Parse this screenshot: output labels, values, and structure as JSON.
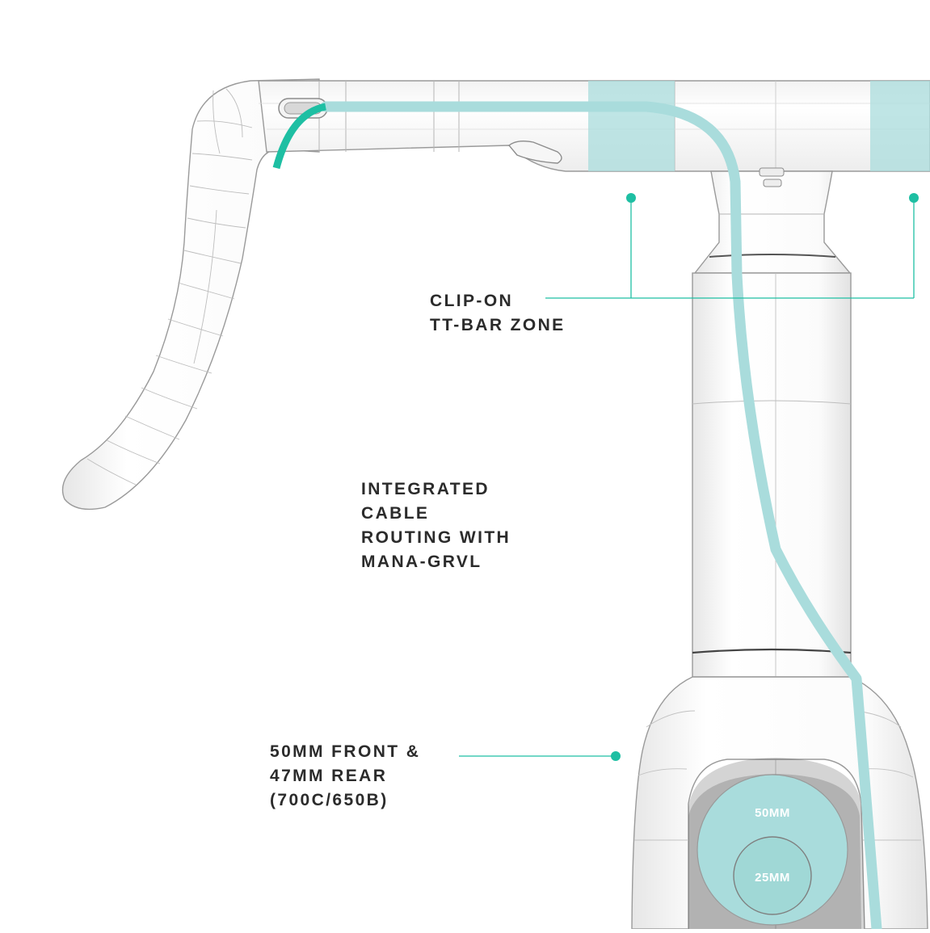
{
  "callouts": {
    "ttbar_zone": {
      "lines": [
        "CLIP-ON",
        "TT-BAR ZONE"
      ]
    },
    "cable_routing": {
      "lines": [
        "INTEGRATED",
        "CABLE",
        "ROUTING WITH",
        "MANA-GRVL"
      ]
    },
    "tire_clearance": {
      "lines": [
        "50MM FRONT &",
        "47MM REAR",
        "(700C/650B)"
      ]
    }
  },
  "tire_sizes": {
    "large_label": "50MM",
    "small_label": "25MM"
  },
  "colors": {
    "accent": "#1ebfa3",
    "accent_light": "#a9dcdc",
    "frame": "#ffffff",
    "frame_shade": "#ececec",
    "outline": "#9a9a9a",
    "text": "#2b2b2b"
  }
}
